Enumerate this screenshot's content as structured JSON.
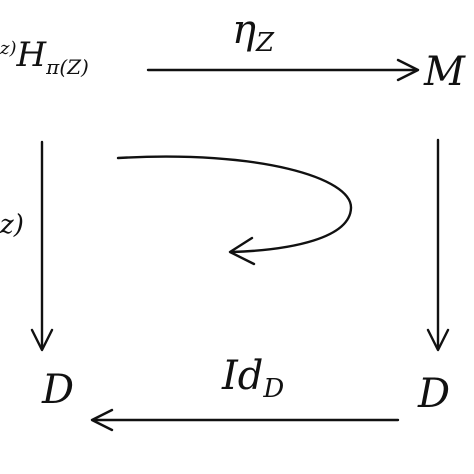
{
  "nodes": {
    "top_left": {
      "prefix": "z)",
      "main": "H",
      "sub": "π(Z)"
    },
    "top_right": {
      "main": "M"
    },
    "bottom_left": {
      "main": "D"
    },
    "bottom_right": {
      "main": "D"
    }
  },
  "arrows": {
    "top": {
      "main": "η",
      "sub": "Z"
    },
    "left": {
      "text": "z)"
    },
    "bottom": {
      "main": "Id",
      "sub": "D"
    }
  }
}
